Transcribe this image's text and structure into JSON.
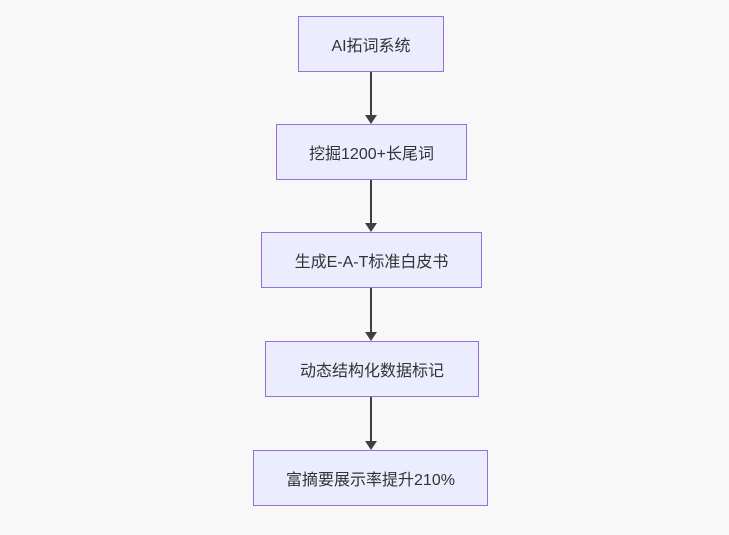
{
  "diagram": {
    "type": "flowchart",
    "direction": "top-down",
    "nodes": [
      {
        "id": "n1",
        "label": "AI拓词系统"
      },
      {
        "id": "n2",
        "label": "挖掘1200+长尾词"
      },
      {
        "id": "n3",
        "label": "生成E-A-T标准白皮书"
      },
      {
        "id": "n4",
        "label": "动态结构化数据标记"
      },
      {
        "id": "n5",
        "label": "富摘要展示率提升210%"
      }
    ],
    "edges": [
      {
        "from": "n1",
        "to": "n2"
      },
      {
        "from": "n2",
        "to": "n3"
      },
      {
        "from": "n3",
        "to": "n4"
      },
      {
        "from": "n4",
        "to": "n5"
      }
    ],
    "colors": {
      "node_fill": "#ECECFF",
      "node_border": "#9370DB",
      "node_text": "#333333",
      "arrow": "#404040",
      "background": "#f8f8f8"
    }
  }
}
